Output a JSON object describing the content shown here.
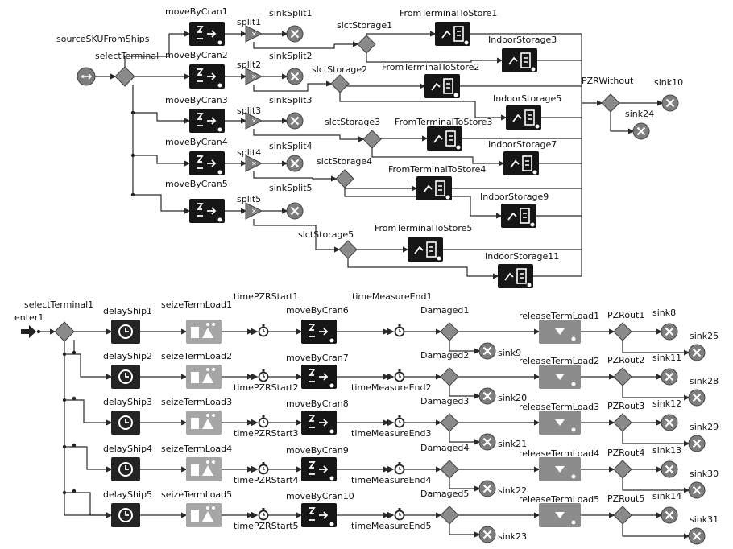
{
  "top": {
    "source": {
      "label": "sourceSKUFromShips"
    },
    "select": {
      "label": "selectTerminal"
    },
    "cranes": [
      "moveByCran1",
      "moveByCran2",
      "moveByCran3",
      "moveByCran4",
      "moveByCran5"
    ],
    "splits": [
      "split1",
      "split2",
      "split3",
      "split4",
      "split5"
    ],
    "sinkSplits": [
      "sinkSplit1",
      "sinkSplit2",
      "sinkSplit3",
      "sinkSplit4",
      "sinkSplit5"
    ],
    "slctStorages": [
      "slctStorage1",
      "slctStorage2",
      "slctStorage3",
      "slctStorage4",
      "slctStorage5"
    ],
    "fromTerminals": [
      "FromTerminalToStore1",
      "FromTerminalToStore2",
      "FromTerminalToStore3",
      "FromTerminalToStore4",
      "FromTerminalToStore5"
    ],
    "indoorStorages": [
      "IndoorStorage3",
      "IndoorStorage5",
      "IndoorStorage7",
      "IndoorStorage9",
      "IndoorStorage11"
    ],
    "pzr": {
      "label": "PZRWithout"
    },
    "sinkA": {
      "label": "sink10"
    },
    "sinkB": {
      "label": "sink24"
    }
  },
  "bottom": {
    "enter": {
      "label": "enter1"
    },
    "select": {
      "label": "selectTerminal1"
    },
    "rows": [
      {
        "delay": "delayShip1",
        "seize": "seizeTermLoad1",
        "timeStart": "timePZRStart1",
        "crane": "moveByCran6",
        "timeEnd": "timeMeasureEnd1",
        "damaged": "Damaged1",
        "sinkD": "sink9",
        "release": "releaseTermLoad1",
        "pzr": "PZRout1",
        "sinkA": "sink8",
        "sinkB": "sink25"
      },
      {
        "delay": "delayShip2",
        "seize": "seizeTermLoad2",
        "timeStart": "timePZRStart2",
        "crane": "moveByCran7",
        "timeEnd": "timeMeasureEnd2",
        "damaged": "Damaged2",
        "sinkD": "sink20",
        "release": "releaseTermLoad2",
        "pzr": "PZRout2",
        "sinkA": "sink11",
        "sinkB": "sink28"
      },
      {
        "delay": "delayShip3",
        "seize": "seizeTermLoad3",
        "timeStart": "timePZRStart3",
        "crane": "moveByCran8",
        "timeEnd": "timeMeasureEnd3",
        "damaged": "Damaged3",
        "sinkD": "sink21",
        "release": "releaseTermLoad3",
        "pzr": "PZRout3",
        "sinkA": "sink12",
        "sinkB": "sink29"
      },
      {
        "delay": "delayShip4",
        "seize": "seizeTermLoad4",
        "timeStart": "timePZRStart4",
        "crane": "moveByCran9",
        "timeEnd": "timeMeasureEnd4",
        "damaged": "Damaged4",
        "sinkD": "sink22",
        "release": "releaseTermLoad4",
        "pzr": "PZRout4",
        "sinkA": "sink13",
        "sinkB": "sink30"
      },
      {
        "delay": "delayShip5",
        "seize": "seizeTermLoad5",
        "timeStart": "timePZRStart5",
        "crane": "moveByCran10",
        "timeEnd": "timeMeasureEnd5",
        "damaged": "Damaged5",
        "sinkD": "sink23",
        "release": "releaseTermLoad5",
        "pzr": "PZRout5",
        "sinkA": "sink14",
        "sinkB": "sink31"
      }
    ]
  },
  "colors": {
    "dark_block": "#161616",
    "gray_block": "#8c8c8c",
    "diamond": "#8a8a8a",
    "sink": "#7d7d7d",
    "wire": "#2a2a2a"
  }
}
